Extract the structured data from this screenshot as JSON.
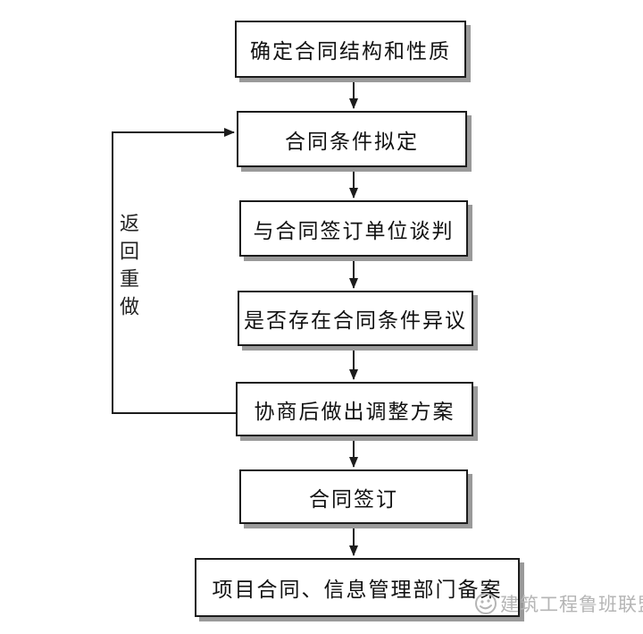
{
  "diagram": {
    "type": "flowchart",
    "boxes": [
      {
        "id": "determine-structure",
        "label": "确定合同结构和性质"
      },
      {
        "id": "draft-conditions",
        "label": "合同条件拟定"
      },
      {
        "id": "negotiate-with-unit",
        "label": "与合同签订单位谈判"
      },
      {
        "id": "check-objections",
        "label": "是否存在合同条件异议"
      },
      {
        "id": "adjustment-plan",
        "label": "协商后做出调整方案"
      },
      {
        "id": "contract-signing",
        "label": "合同签订"
      },
      {
        "id": "department-filing",
        "label": "项目合同、信息管理部门备案"
      }
    ],
    "edges": [
      {
        "from": "确定合同结构和性质",
        "to": "合同条件拟定"
      },
      {
        "from": "合同条件拟定",
        "to": "与合同签订单位谈判"
      },
      {
        "from": "与合同签订单位谈判",
        "to": "是否存在合同条件异议"
      },
      {
        "from": "是否存在合同条件异议",
        "to": "协商后做出调整方案"
      },
      {
        "from": "协商后做出调整方案",
        "to": "合同签订"
      },
      {
        "from": "合同签订",
        "to": "项目合同、信息管理部门备案"
      },
      {
        "from": "协商后做出调整方案",
        "to": "合同条件拟定",
        "label": "返回重做"
      }
    ],
    "loop_label": "返回重做",
    "watermark": "建筑工程鲁班联盟",
    "colors": {
      "line": "#1c1c1c",
      "box_border": "#1c1c1c",
      "box_fill": "#ffffff",
      "shadow": "#9a9a9a",
      "watermark": "#b5b5b5",
      "background": "#ffffff"
    }
  }
}
